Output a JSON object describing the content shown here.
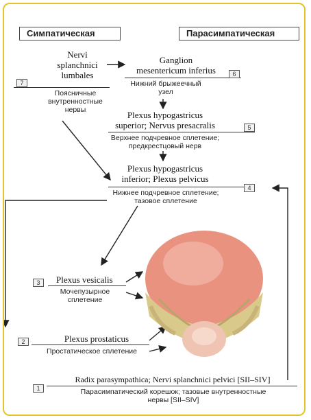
{
  "headers": {
    "sympathetic": "Симпатическая",
    "parasympathetic": "Парасимпатическая"
  },
  "labels": {
    "n7_latin_1": "Nervi",
    "n7_latin_2": "splanchnici",
    "n7_latin_3": "lumbales",
    "n7_rus_1": "Поясничные",
    "n7_rus_2": "внутренностные",
    "n7_rus_3": "нервы",
    "n6_latin_1": "Ganglion",
    "n6_latin_2": "mesentericum inferius",
    "n6_rus_1": "Нижний брыжеечный",
    "n6_rus_2": "узел",
    "n5_latin_1": "Plexus hypogastricus",
    "n5_latin_2": "superior; Nervus presacralis",
    "n5_rus_1": "Верхнее подчревное сплетение;",
    "n5_rus_2": "предкрестцовый нерв",
    "n4_latin_1": "Plexus hypogastricus",
    "n4_latin_2": "inferior; Plexus pelvicus",
    "n4_rus_1": "Нижнее подчревное сплетение;",
    "n4_rus_2": "тазовое сплетение",
    "n3_latin": "Plexus vesicalis",
    "n3_rus_1": "Мочепузырное",
    "n3_rus_2": "сплетение",
    "n2_latin": "Plexus prostaticus",
    "n2_rus": "Простатическое сплетение",
    "n1_latin": "Radix parasympathica; Nervi splanchnici pelvici [SII–SIV]",
    "n1_rus_1": "Парасимпатический корешок; тазовые внутренностные",
    "n1_rus_2": "нервы [SII–SIV]"
  },
  "numbers": {
    "n1": "1",
    "n2": "2",
    "n3": "3",
    "n4": "4",
    "n5": "5",
    "n6": "6",
    "n7": "7"
  },
  "colors": {
    "border": "#e6c32a",
    "bladder": "#e8927f",
    "prostate": "#f0c4b3",
    "vessels": "#d9c98a"
  }
}
